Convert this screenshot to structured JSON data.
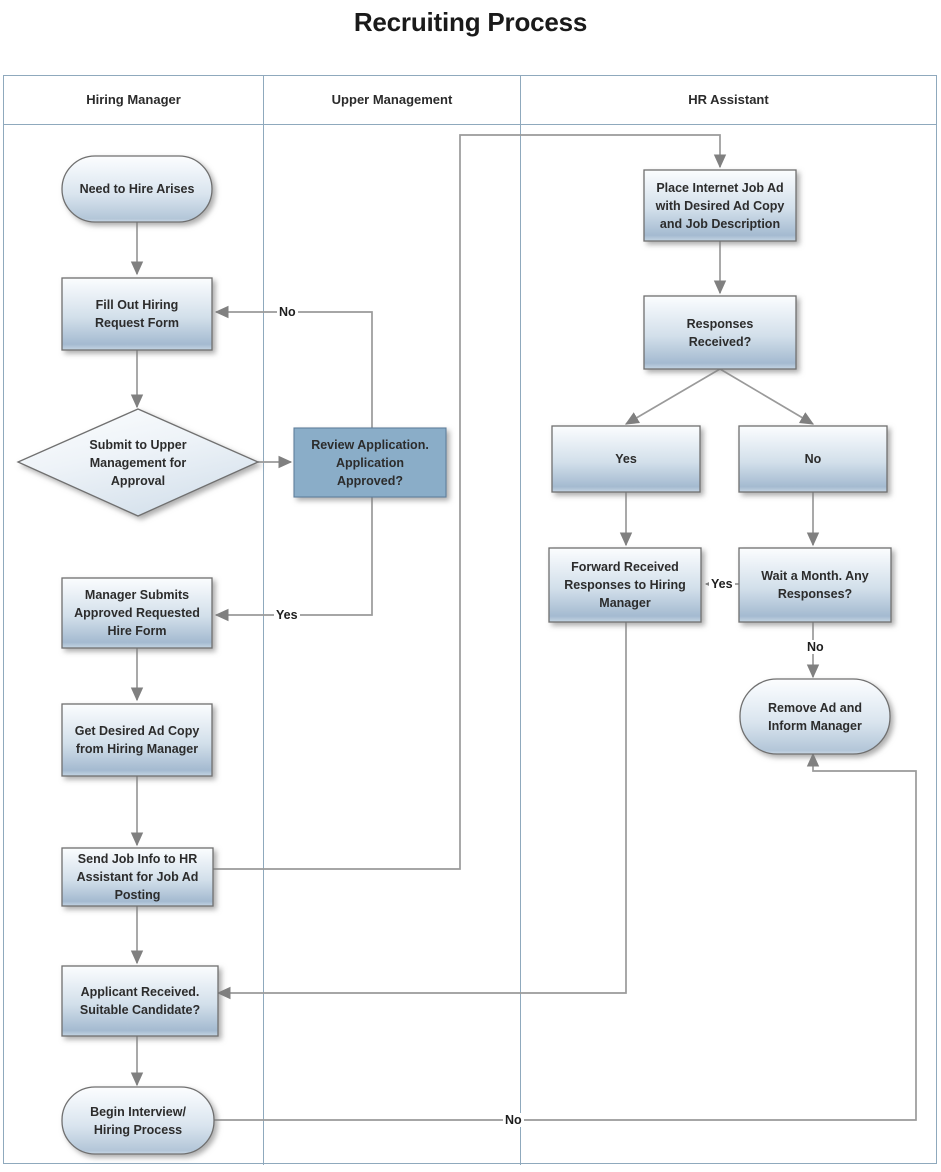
{
  "title": "Recruiting Process",
  "lanes": [
    {
      "id": "hiring-manager",
      "label": "Hiring Manager"
    },
    {
      "id": "upper-management",
      "label": "Upper Management"
    },
    {
      "id": "hr-assistant",
      "label": "HR Assistant"
    }
  ],
  "colors": {
    "lane_border": "#8fa9bd",
    "node_border": "#6b6b6b",
    "node_gradient_top": "#f6f9fb",
    "node_gradient_bottom": "#a4bad0",
    "highlight_fill": "#8aadc8",
    "connector": "#808080",
    "text": "#2c2c2c",
    "title_text": "#1a1a1a"
  },
  "nodes": [
    {
      "id": "need-to-hire-arises",
      "lane": "hiring-manager",
      "shape": "terminator",
      "label": "Need to Hire Arises",
      "style": "gradient"
    },
    {
      "id": "fill-out-hiring-request-form",
      "lane": "hiring-manager",
      "shape": "process",
      "label": "Fill Out Hiring\nRequest Form",
      "style": "gradient"
    },
    {
      "id": "submit-to-upper-management",
      "lane": "hiring-manager",
      "shape": "decision",
      "label": "Submit to Upper\nManagement for\nApproval",
      "style": "gradient"
    },
    {
      "id": "manager-submits-hire-form",
      "lane": "hiring-manager",
      "shape": "process",
      "label": "Manager Submits\nApproved Requested\nHire Form",
      "style": "gradient"
    },
    {
      "id": "get-desired-ad-copy",
      "lane": "hiring-manager",
      "shape": "process",
      "label": "Get Desired Ad Copy\nfrom Hiring Manager",
      "style": "gradient"
    },
    {
      "id": "send-job-info-to-hr",
      "lane": "hiring-manager",
      "shape": "process",
      "label": "Send Job Info to HR\nAssistant for Job Ad\nPosting",
      "style": "gradient"
    },
    {
      "id": "applicant-received",
      "lane": "hiring-manager",
      "shape": "process",
      "label": "Applicant Received.\nSuitable Candidate?",
      "style": "gradient"
    },
    {
      "id": "begin-interview-process",
      "lane": "hiring-manager",
      "shape": "terminator",
      "label": "Begin Interview/\nHiring Process",
      "style": "gradient"
    },
    {
      "id": "review-application",
      "lane": "upper-management",
      "shape": "process",
      "label": "Review Application.\nApplication\nApproved?",
      "style": "highlight"
    },
    {
      "id": "place-internet-job-ad",
      "lane": "hr-assistant",
      "shape": "process",
      "label": "Place Internet Job Ad\nwith Desired Ad Copy\nand Job Description",
      "style": "gradient"
    },
    {
      "id": "responses-received",
      "lane": "hr-assistant",
      "shape": "process",
      "label": "Responses\nReceived?",
      "style": "gradient"
    },
    {
      "id": "responses-yes",
      "lane": "hr-assistant",
      "shape": "process",
      "label": "Yes",
      "style": "gradient"
    },
    {
      "id": "responses-no",
      "lane": "hr-assistant",
      "shape": "process",
      "label": "No",
      "style": "gradient"
    },
    {
      "id": "forward-received-responses",
      "lane": "hr-assistant",
      "shape": "process",
      "label": "Forward Received\nResponses to Hiring\nManager",
      "style": "gradient"
    },
    {
      "id": "wait-a-month",
      "lane": "hr-assistant",
      "shape": "process",
      "label": "Wait a Month. Any\nResponses?",
      "style": "gradient"
    },
    {
      "id": "remove-ad-inform-manager",
      "lane": "hr-assistant",
      "shape": "terminator",
      "label": "Remove Ad and\nInform Manager",
      "style": "gradient"
    }
  ],
  "edges": [
    {
      "id": "e-need-to-fill",
      "from": "need-to-hire-arises",
      "to": "fill-out-hiring-request-form",
      "label": ""
    },
    {
      "id": "e-fill-to-submit",
      "from": "fill-out-hiring-request-form",
      "to": "submit-to-upper-management",
      "label": ""
    },
    {
      "id": "e-submit-to-review",
      "from": "submit-to-upper-management",
      "to": "review-application",
      "label": ""
    },
    {
      "id": "e-review-no",
      "from": "review-application",
      "to": "fill-out-hiring-request-form",
      "label": "No"
    },
    {
      "id": "e-review-yes",
      "from": "review-application",
      "to": "manager-submits-hire-form",
      "label": "Yes"
    },
    {
      "id": "e-manager-to-getad",
      "from": "manager-submits-hire-form",
      "to": "get-desired-ad-copy",
      "label": ""
    },
    {
      "id": "e-getad-to-send",
      "from": "get-desired-ad-copy",
      "to": "send-job-info-to-hr",
      "label": ""
    },
    {
      "id": "e-send-to-place",
      "from": "send-job-info-to-hr",
      "to": "place-internet-job-ad",
      "label": ""
    },
    {
      "id": "e-send-to-applicant",
      "from": "send-job-info-to-hr",
      "to": "applicant-received",
      "label": ""
    },
    {
      "id": "e-applicant-to-begin",
      "from": "applicant-received",
      "to": "begin-interview-process",
      "label": ""
    },
    {
      "id": "e-place-to-responses",
      "from": "place-internet-job-ad",
      "to": "responses-received",
      "label": ""
    },
    {
      "id": "e-responses-to-yes",
      "from": "responses-received",
      "to": "responses-yes",
      "label": ""
    },
    {
      "id": "e-responses-to-no",
      "from": "responses-received",
      "to": "responses-no",
      "label": ""
    },
    {
      "id": "e-yes-to-forward",
      "from": "responses-yes",
      "to": "forward-received-responses",
      "label": ""
    },
    {
      "id": "e-no-to-wait",
      "from": "responses-no",
      "to": "wait-a-month",
      "label": ""
    },
    {
      "id": "e-wait-yes-forward",
      "from": "wait-a-month",
      "to": "forward-received-responses",
      "label": "Yes"
    },
    {
      "id": "e-wait-no-remove",
      "from": "wait-a-month",
      "to": "remove-ad-inform-manager",
      "label": "No"
    },
    {
      "id": "e-forward-to-applicant",
      "from": "forward-received-responses",
      "to": "applicant-received",
      "label": ""
    },
    {
      "id": "e-begin-no-remove",
      "from": "begin-interview-process",
      "to": "remove-ad-inform-manager",
      "label": "No"
    }
  ],
  "edge_labels": {
    "review_no": "No",
    "review_yes": "Yes",
    "wait_yes": "Yes",
    "wait_no": "No",
    "begin_no": "No"
  }
}
